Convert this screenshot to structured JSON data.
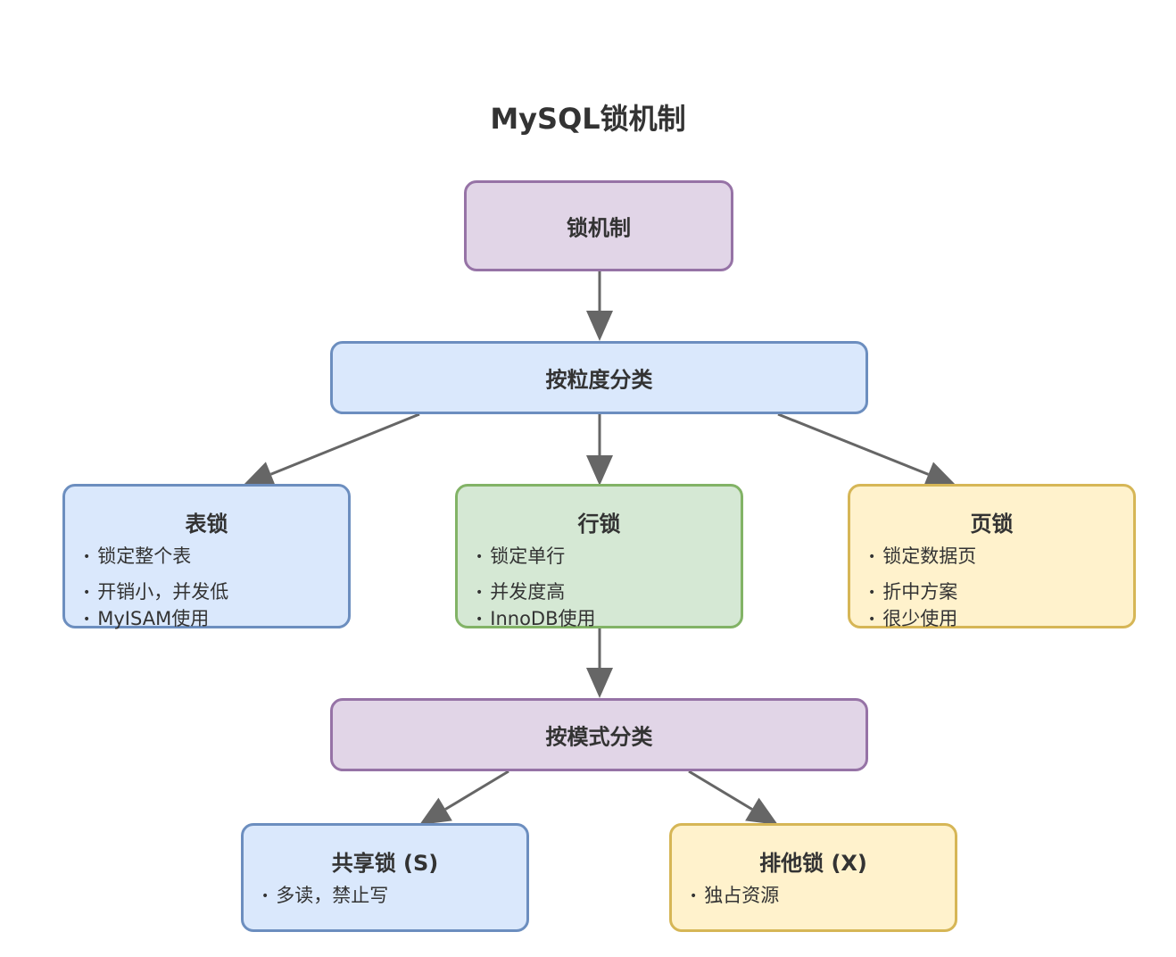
{
  "title": "MySQL锁机制",
  "colors": {
    "edge": "#666666",
    "purple_fill": "#e1d5e7",
    "purple_stroke": "#9673a6",
    "blue_fill": "#dae8fc",
    "blue_stroke": "#6c8ebf",
    "green_fill": "#d5e8d4",
    "green_stroke": "#82b366",
    "yellow_fill": "#fff2cc",
    "yellow_stroke": "#d6b656"
  },
  "nodes": {
    "root": {
      "label": "锁机制"
    },
    "by_granularity": {
      "label": "按粒度分类"
    },
    "table_lock": {
      "label": "表锁",
      "bullets": [
        "锁定整个表",
        "开销小，并发低",
        "MyISAM使用"
      ]
    },
    "row_lock": {
      "label": "行锁",
      "bullets": [
        "锁定单行",
        "并发度高",
        "InnoDB使用"
      ]
    },
    "page_lock": {
      "label": "页锁",
      "bullets": [
        "锁定数据页",
        "折中方案",
        "很少使用"
      ]
    },
    "by_mode": {
      "label": "按模式分类"
    },
    "shared_lock": {
      "label": "共享锁 (S)",
      "bullets": [
        "多读，禁止写"
      ]
    },
    "exclusive_lock": {
      "label": "排他锁 (X)",
      "bullets": [
        "独占资源"
      ]
    }
  },
  "edges": [
    {
      "from": "root",
      "to": "by_granularity"
    },
    {
      "from": "by_granularity",
      "to": "table_lock"
    },
    {
      "from": "by_granularity",
      "to": "row_lock"
    },
    {
      "from": "by_granularity",
      "to": "page_lock"
    },
    {
      "from": "row_lock",
      "to": "by_mode"
    },
    {
      "from": "by_mode",
      "to": "shared_lock"
    },
    {
      "from": "by_mode",
      "to": "exclusive_lock"
    }
  ]
}
